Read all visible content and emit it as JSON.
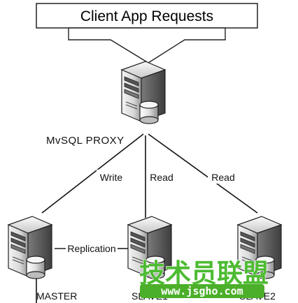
{
  "banner": {
    "title": "Client App Requests"
  },
  "proxy": {
    "label": "MvSQL PROXY"
  },
  "edges": {
    "write": "Write",
    "read_left": "Read",
    "read_right": "Read",
    "replication": "Replication"
  },
  "nodes": {
    "master": "MASTER",
    "slave1": "SLAVE1",
    "slave2": "SLAVE2"
  },
  "watermark": {
    "text": "技术员联盟",
    "url": "www.jsgho.com",
    "colors": {
      "green": "#4dbb32",
      "url_bg": "#4caf2a",
      "url_text": "#ffffff"
    }
  },
  "colors": {
    "line": "#111111",
    "server_dark": "#6b6b6b",
    "server_light": "#e6e6e6"
  }
}
